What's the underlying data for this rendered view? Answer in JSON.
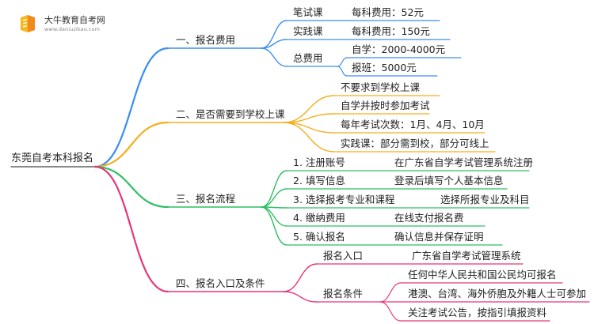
{
  "logo": {
    "title": "大牛教育自考网",
    "url": "www.daniuzikao.com"
  },
  "root": "东莞自考本科报名",
  "colors": {
    "blue": "#3b8ff0",
    "orange": "#f5ae1e",
    "green": "#2fbf62",
    "pink": "#e8347a",
    "logo_yellow": "#f6b81c",
    "logo_orange": "#f08a1c"
  },
  "branches": [
    {
      "label": "一、报名费用",
      "children": [
        {
          "label": "笔试课",
          "detail": [
            "每科费用：52元"
          ]
        },
        {
          "label": "实践课",
          "detail": [
            "每科费用：150元"
          ]
        },
        {
          "label": "总费用",
          "detail": [
            "自学：2000-4000元",
            "报班：5000元"
          ]
        }
      ]
    },
    {
      "label": "二、是否需要到学校上课",
      "children": [
        {
          "label": "不要求到学校上课"
        },
        {
          "label": "自学并按时参加考试"
        },
        {
          "label": "每年考试次数：1月、4月、10月"
        },
        {
          "label": "实践课：部分需到校，部分可线上"
        }
      ]
    },
    {
      "label": "三、报名流程",
      "children": [
        {
          "label": "1. 注册账号",
          "detail": [
            "在广东省自学考试管理系统注册"
          ]
        },
        {
          "label": "2. 填写信息",
          "detail": [
            "登录后填写个人基本信息"
          ]
        },
        {
          "label": "3. 选择报考专业和课程",
          "detail": [
            "选择所报专业及科目"
          ]
        },
        {
          "label": "4. 缴纳费用",
          "detail": [
            "在线支付报名费"
          ]
        },
        {
          "label": "5. 确认报名",
          "detail": [
            "确认信息并保存证明"
          ]
        }
      ]
    },
    {
      "label": "四、报名入口及条件",
      "children": [
        {
          "label": "报名入口",
          "detail": [
            "广东省自学考试管理系统"
          ]
        },
        {
          "label": "报名条件",
          "detail": [
            "任何中华人民共和国公民均可报名",
            "港澳、台湾、海外侨胞及外籍人士可参加",
            "关注考试公告，按指引填报资料"
          ]
        }
      ]
    }
  ]
}
